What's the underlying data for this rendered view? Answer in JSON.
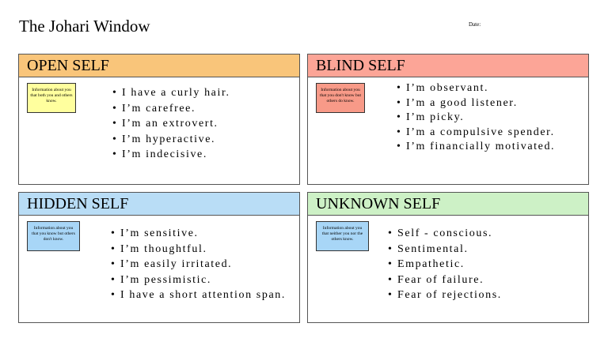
{
  "title": "The Johari Window",
  "date_label": "Date:",
  "quadrants": {
    "open": {
      "heading": "OPEN SELF",
      "note": "Information about you that both you and others know.",
      "items": [
        "I have a curly hair.",
        "I’m carefree.",
        "I’m an extrovert.",
        "I’m hyperactive.",
        "I’m indecisive."
      ]
    },
    "blind": {
      "heading": "BLIND SELF",
      "note": "Information about you that you don't know but others do know.",
      "items": [
        "I’m observant.",
        "I’m a good listener.",
        "I’m picky.",
        "I’m a compulsive spender.",
        "I’m financially motivated."
      ]
    },
    "hidden": {
      "heading": "HIDDEN SELF",
      "note": "Information about you that you know but others don't know.",
      "items": [
        "I’m sensitive.",
        "I’m thoughtful.",
        "I’m easily irritated.",
        "I’m pessimistic.",
        "I have a short attention span."
      ]
    },
    "unknown": {
      "heading": "UNKNOWN SELF",
      "note": "Information about you that neither you nor the others know.",
      "items": [
        "Self - conscious.",
        "Sentimental.",
        "Empathetic.",
        "Fear of failure.",
        "Fear of rejections."
      ]
    }
  },
  "colors": {
    "open_header": "#f9c57a",
    "open_note": "#ffff9e",
    "blind_header": "#fca597",
    "blind_note": "#f89a88",
    "hidden_header": "#b9ddf6",
    "hidden_note": "#a8d6f7",
    "unknown_header": "#cdf1c6",
    "unknown_note": "#a8d6f7"
  }
}
